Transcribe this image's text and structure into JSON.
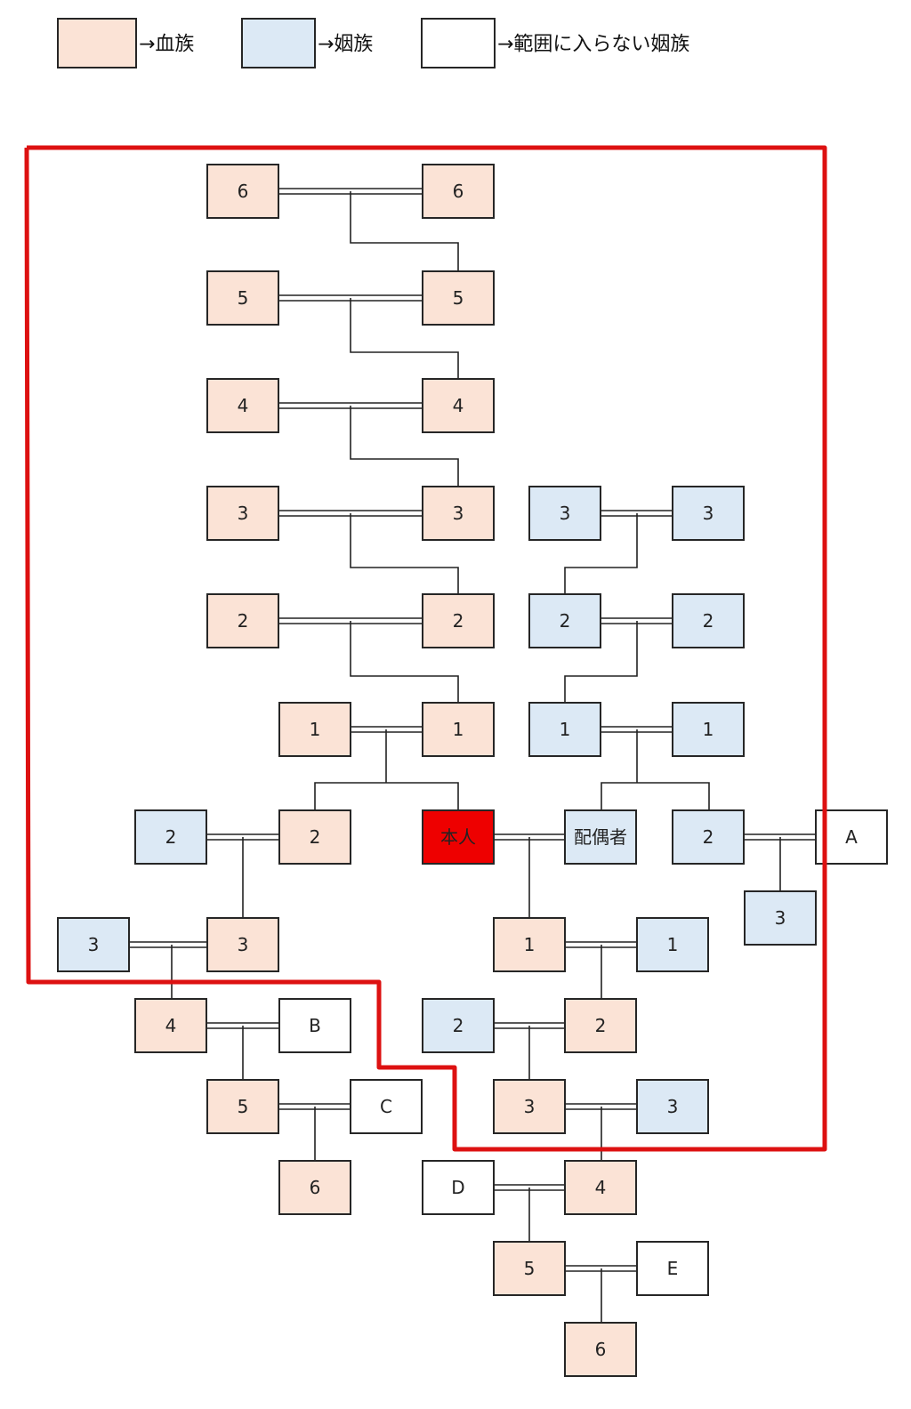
{
  "colors": {
    "blood": "#fbe3d6",
    "inlaw": "#dce9f5",
    "outside": "#ffffff",
    "self": "#ee0000",
    "border": "#262626",
    "range": "#dd1111"
  },
  "legend": [
    {
      "kind": "blood",
      "label": "→血族"
    },
    {
      "kind": "inlaw",
      "label": "→姻族"
    },
    {
      "kind": "outside",
      "label": "→範囲に入らない姻族"
    }
  ],
  "nodes": [
    {
      "id": "g6a",
      "label": "6",
      "kind": "blood"
    },
    {
      "id": "g6b",
      "label": "6",
      "kind": "blood"
    },
    {
      "id": "g5a",
      "label": "5",
      "kind": "blood"
    },
    {
      "id": "g5b",
      "label": "5",
      "kind": "blood"
    },
    {
      "id": "g4a",
      "label": "4",
      "kind": "blood"
    },
    {
      "id": "g4b",
      "label": "4",
      "kind": "blood"
    },
    {
      "id": "g3a",
      "label": "3",
      "kind": "blood"
    },
    {
      "id": "g3b",
      "label": "3",
      "kind": "blood"
    },
    {
      "id": "sp3a",
      "label": "3",
      "kind": "inlaw"
    },
    {
      "id": "sp3b",
      "label": "3",
      "kind": "inlaw"
    },
    {
      "id": "g2a",
      "label": "2",
      "kind": "blood"
    },
    {
      "id": "g2b",
      "label": "2",
      "kind": "blood"
    },
    {
      "id": "sp2a",
      "label": "2",
      "kind": "inlaw"
    },
    {
      "id": "sp2b",
      "label": "2",
      "kind": "inlaw"
    },
    {
      "id": "p1a",
      "label": "1",
      "kind": "blood"
    },
    {
      "id": "p1b",
      "label": "1",
      "kind": "blood"
    },
    {
      "id": "sp1a",
      "label": "1",
      "kind": "inlaw"
    },
    {
      "id": "sp1b",
      "label": "1",
      "kind": "inlaw"
    },
    {
      "id": "sibsp",
      "label": "2",
      "kind": "inlaw"
    },
    {
      "id": "sib",
      "label": "2",
      "kind": "blood"
    },
    {
      "id": "self",
      "label": "本人",
      "kind": "self"
    },
    {
      "id": "spouse",
      "label": "配偶者",
      "kind": "inlaw"
    },
    {
      "id": "spsib",
      "label": "2",
      "kind": "inlaw"
    },
    {
      "id": "A",
      "label": "A",
      "kind": "outside"
    },
    {
      "id": "spsibc",
      "label": "3",
      "kind": "inlaw"
    },
    {
      "id": "nepsp",
      "label": "3",
      "kind": "inlaw"
    },
    {
      "id": "nep",
      "label": "3",
      "kind": "blood"
    },
    {
      "id": "c1",
      "label": "1",
      "kind": "blood"
    },
    {
      "id": "c1sp",
      "label": "1",
      "kind": "inlaw"
    },
    {
      "id": "gn4",
      "label": "4",
      "kind": "blood"
    },
    {
      "id": "B",
      "label": "B",
      "kind": "outside"
    },
    {
      "id": "c2sp",
      "label": "2",
      "kind": "inlaw"
    },
    {
      "id": "c2",
      "label": "2",
      "kind": "blood"
    },
    {
      "id": "gn5",
      "label": "5",
      "kind": "blood"
    },
    {
      "id": "C",
      "label": "C",
      "kind": "outside"
    },
    {
      "id": "c3",
      "label": "3",
      "kind": "blood"
    },
    {
      "id": "c3sp",
      "label": "3",
      "kind": "inlaw"
    },
    {
      "id": "gn6",
      "label": "6",
      "kind": "blood"
    },
    {
      "id": "D",
      "label": "D",
      "kind": "outside"
    },
    {
      "id": "c4",
      "label": "4",
      "kind": "blood"
    },
    {
      "id": "c5",
      "label": "5",
      "kind": "blood"
    },
    {
      "id": "E",
      "label": "E",
      "kind": "outside"
    },
    {
      "id": "c6",
      "label": "6",
      "kind": "blood"
    }
  ]
}
